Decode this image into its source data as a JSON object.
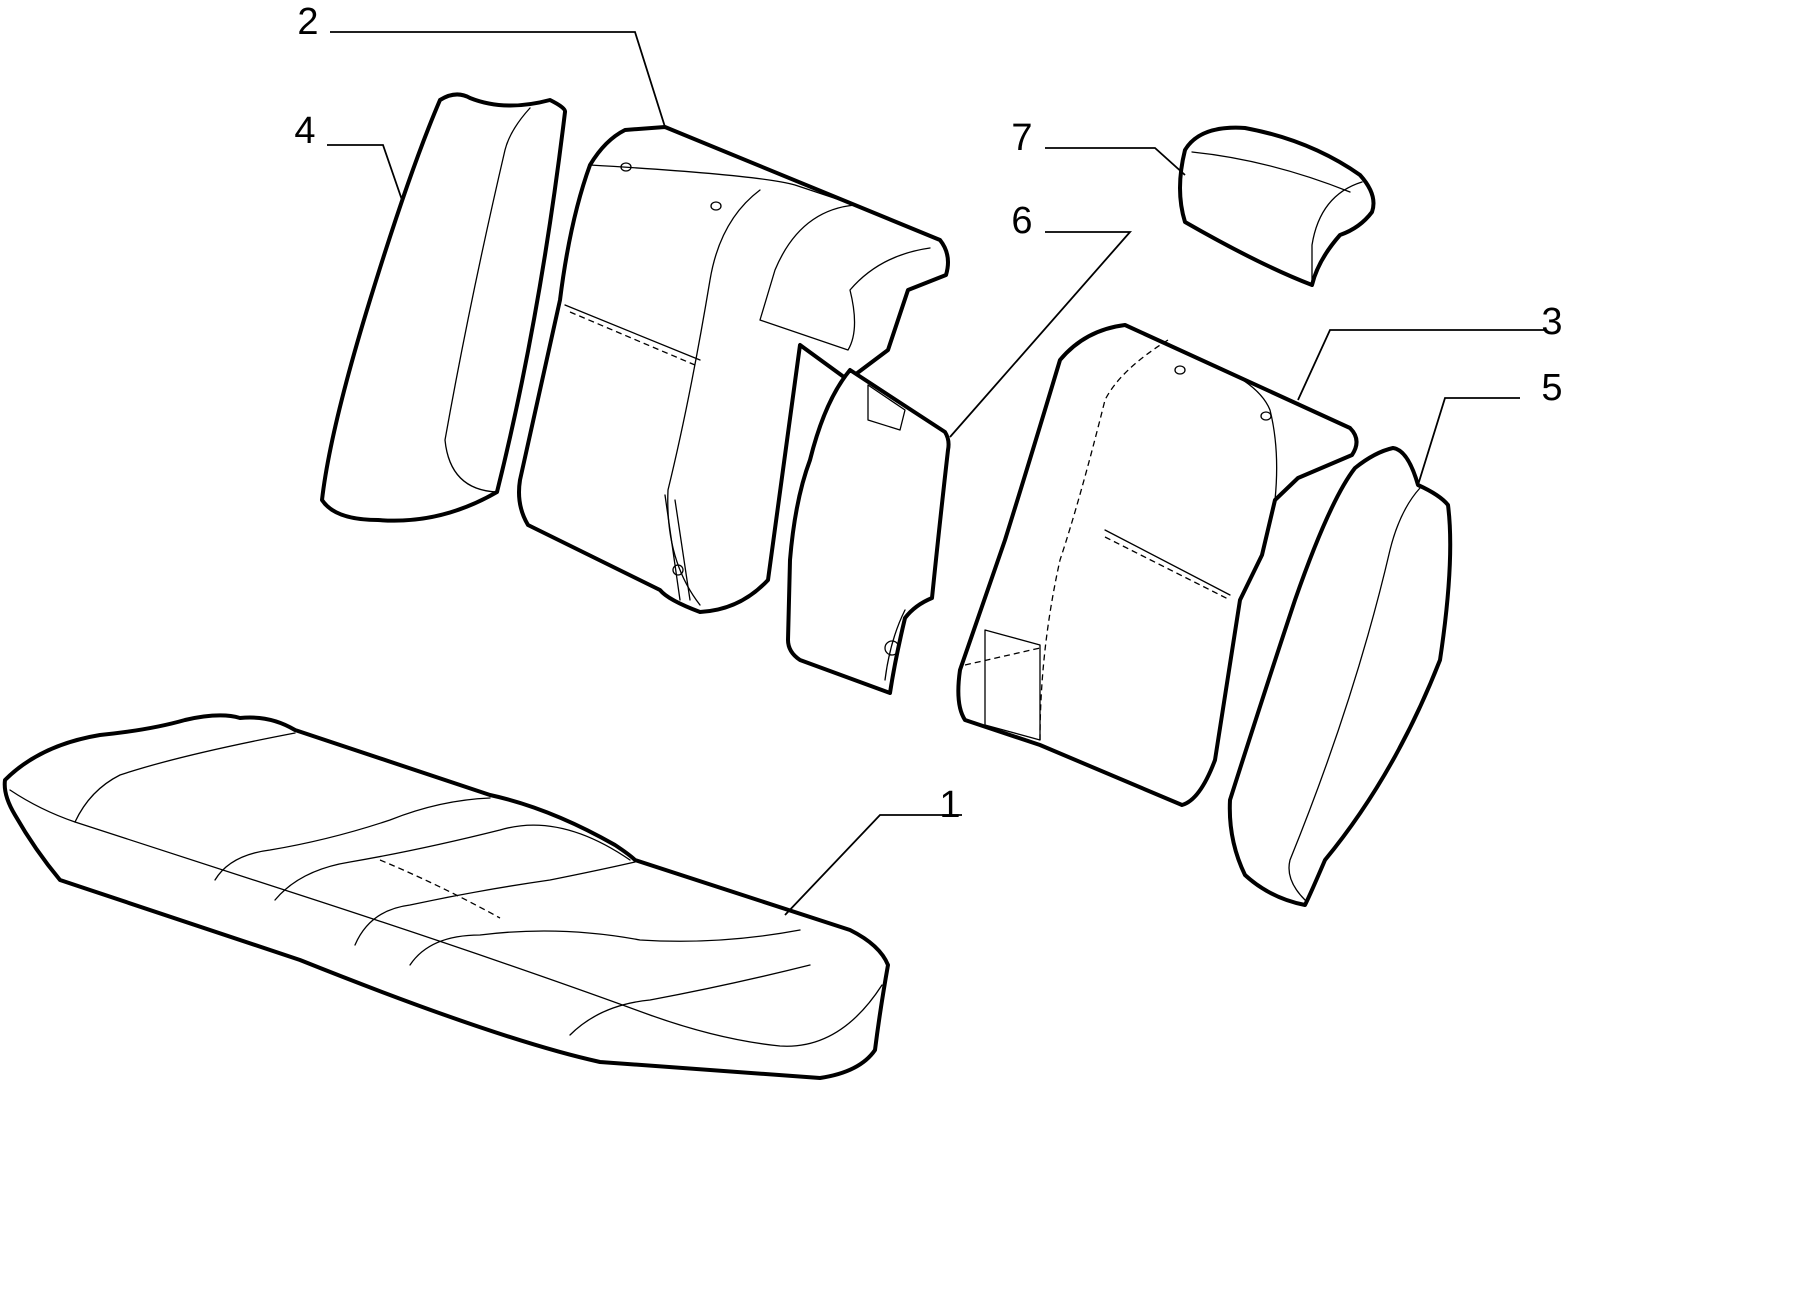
{
  "callouts": [
    "1",
    "2",
    "3",
    "4",
    "5",
    "6",
    "7"
  ]
}
